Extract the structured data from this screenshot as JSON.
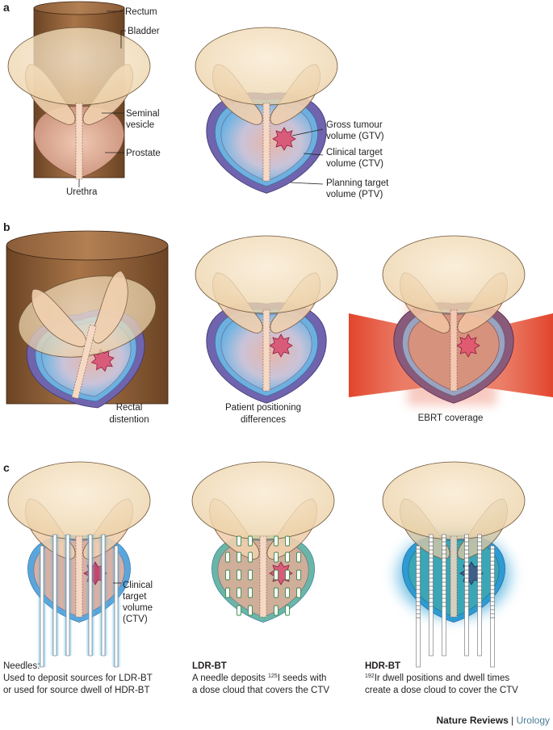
{
  "panels": {
    "a": "a",
    "b": "b",
    "c": "c"
  },
  "panel_a": {
    "labels": {
      "rectum": "Rectum",
      "bladder": "Bladder",
      "seminal_vesicle_1": "Seminal",
      "seminal_vesicle_2": "vesicle",
      "prostate": "Prostate",
      "urethra": "Urethra",
      "gtv_1": "Gross tumour",
      "gtv_2": "volume (GTV)",
      "ctv_1": "Clinical target",
      "ctv_2": "volume (CTV)",
      "ptv_1": "Planning target",
      "ptv_2": "volume (PTV)"
    }
  },
  "panel_b": {
    "captions": {
      "rectal_1": "Rectal",
      "rectal_2": "distention",
      "patient_1": "Patient positioning",
      "patient_2": "differences",
      "ebrt": "EBRT coverage"
    }
  },
  "panel_c": {
    "ctv_label": {
      "l1": "Clinical",
      "l2": "target",
      "l3": "volume",
      "l4": "(CTV)"
    },
    "needles": {
      "title": "Needles:",
      "line1": "Used to deposit sources for LDR-BT",
      "line2": "or used for source dwell of HDR-BT"
    },
    "ldr": {
      "title": "LDR-BT",
      "line1_pre": "A needle deposits ",
      "line1_sup": "125",
      "line1_post": "I seeds with",
      "line2": "a dose cloud that covers the CTV"
    },
    "hdr": {
      "title": "HDR-BT",
      "line1_sup": "192",
      "line1_post": "Ir dwell positions and dwell times",
      "line2": "create a dose cloud to cover the CTV"
    }
  },
  "footer": {
    "journal": "Nature Reviews",
    "separator": " | ",
    "section": "Urology"
  },
  "colors": {
    "rectum": "#8a5a36",
    "bladder": "#f2dcb8",
    "prostate": "#e6b9a6",
    "ptv": "#6f64ad",
    "ctv": "#6db0e0",
    "gtv": "#d95b7a",
    "ebrt": "#e04a30",
    "dose_green": "#7cc48a",
    "dose_blue": "#2a9fd6",
    "brand_accent": "#4a7f96"
  }
}
